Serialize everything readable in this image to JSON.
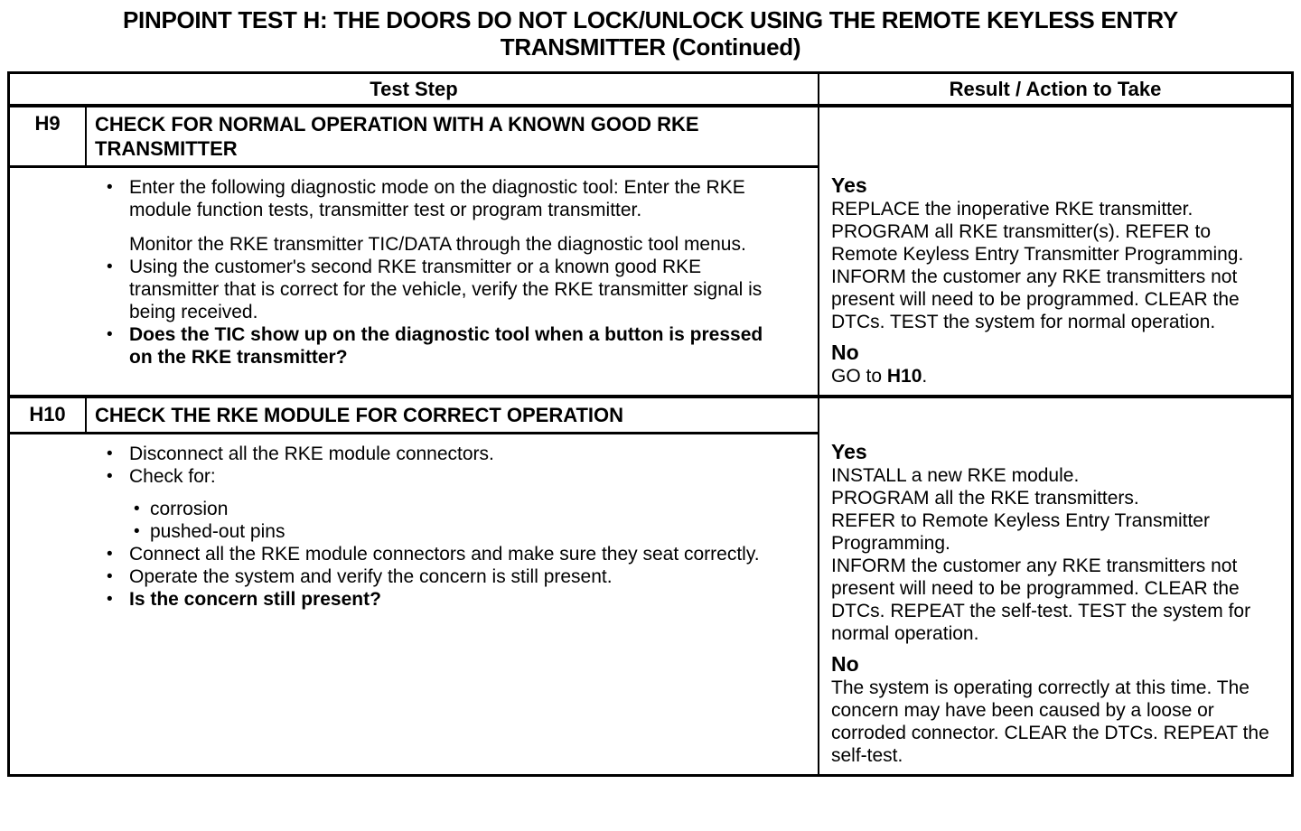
{
  "page_title_lines": [
    "PINPOINT TEST H: THE DOORS DO NOT LOCK/UNLOCK USING THE REMOTE KEYLESS ENTRY",
    "TRANSMITTER (Continued)"
  ],
  "table": {
    "headers": {
      "test_step": "Test Step",
      "result": "Result / Action to Take"
    },
    "steps": [
      {
        "id": "H9",
        "title": "CHECK FOR NORMAL OPERATION WITH A KNOWN GOOD RKE TRANSMITTER",
        "instructions": [
          {
            "type": "bullet",
            "text": "Enter the following diagnostic mode on the diagnostic tool: Enter the RKE module function tests, transmitter test or program transmitter."
          },
          {
            "type": "plain",
            "text": "Monitor the RKE transmitter TIC/DATA through the diagnostic tool menus."
          },
          {
            "type": "bullet",
            "text": "Using the customer's second RKE transmitter or a known good RKE transmitter that is correct for the vehicle, verify the RKE transmitter signal is being received."
          },
          {
            "type": "bullet",
            "bold": true,
            "text": "Does the TIC show up on the diagnostic tool when a button is pressed on the RKE transmitter?"
          }
        ],
        "result": [
          {
            "type": "label",
            "text": "Yes"
          },
          {
            "type": "text",
            "text": "REPLACE the inoperative RKE transmitter. PROGRAM all RKE transmitter(s). REFER to Remote Keyless Entry Transmitter Programming."
          },
          {
            "type": "text",
            "text": "INFORM the customer any RKE transmitters not present will need to be programmed. CLEAR the DTCs. TEST the system for normal operation."
          },
          {
            "type": "label",
            "text": "No"
          },
          {
            "type": "text",
            "segments": [
              {
                "text": "GO to "
              },
              {
                "text": "H10",
                "bold": true
              },
              {
                "text": "."
              }
            ]
          }
        ]
      },
      {
        "id": "H10",
        "title": "CHECK THE RKE MODULE FOR CORRECT OPERATION",
        "instructions": [
          {
            "type": "bullet",
            "text": "Disconnect all the RKE module connectors."
          },
          {
            "type": "bullet",
            "text": "Check for:"
          },
          {
            "type": "subbullet",
            "text": "corrosion"
          },
          {
            "type": "subbullet",
            "text": "pushed-out pins"
          },
          {
            "type": "bullet",
            "text": "Connect all the RKE module connectors and make sure they seat correctly."
          },
          {
            "type": "bullet",
            "text": "Operate the system and verify the concern is still present."
          },
          {
            "type": "bullet",
            "bold": true,
            "text": "Is the concern still present?"
          }
        ],
        "result": [
          {
            "type": "label",
            "text": "Yes"
          },
          {
            "type": "text",
            "text": "INSTALL a new RKE module."
          },
          {
            "type": "text",
            "text": "PROGRAM all the RKE transmitters."
          },
          {
            "type": "text",
            "text": "REFER to Remote Keyless Entry Transmitter Programming."
          },
          {
            "type": "text",
            "text": "INFORM the customer any RKE transmitters not present will need to be programmed. CLEAR the DTCs. REPEAT the self-test. TEST the system for normal operation."
          },
          {
            "type": "label",
            "text": "No"
          },
          {
            "type": "text",
            "text": "The system is operating correctly at this time. The concern may have been caused by a loose or corroded connector. CLEAR the DTCs. REPEAT the self-test."
          }
        ]
      }
    ]
  }
}
